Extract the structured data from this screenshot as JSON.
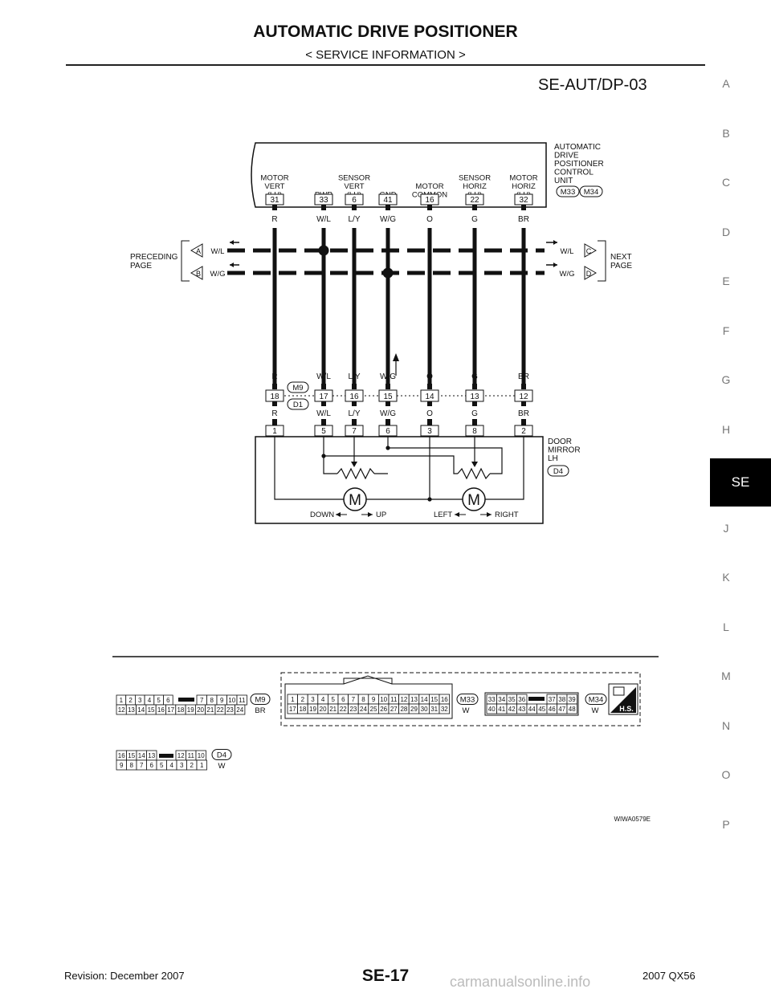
{
  "header": {
    "title": "AUTOMATIC DRIVE POSITIONER",
    "subtitle": "< SERVICE INFORMATION >",
    "diagram_code": "SE-AUT/DP-03"
  },
  "side_tabs": [
    "A",
    "B",
    "C",
    "D",
    "E",
    "F",
    "G",
    "H",
    "SE",
    "J",
    "K",
    "L",
    "M",
    "N",
    "O",
    "P"
  ],
  "active_tab": "SE",
  "unit": {
    "name_lines": [
      "AUTOMATIC",
      "DRIVE",
      "POSITIONER",
      "CONTROL",
      "UNIT"
    ],
    "connectors": [
      "M33",
      "M34"
    ]
  },
  "unit_pins": [
    {
      "label": [
        "MOTOR",
        "VERT",
        "(LH)"
      ],
      "pin": "31",
      "color_top": "R"
    },
    {
      "label": [
        "PWR"
      ],
      "pin": "33",
      "color_top": "W/L"
    },
    {
      "label": [
        "SENSOR",
        "VERT",
        "(LH)"
      ],
      "pin": "6",
      "color_top": "L/Y"
    },
    {
      "label": [
        "GND"
      ],
      "pin": "41",
      "color_top": "W/G"
    },
    {
      "label": [
        "MOTOR",
        "COMMON"
      ],
      "pin": "16",
      "color_top": "O"
    },
    {
      "label": [
        "SENSOR",
        "HORIZ",
        "(LH)"
      ],
      "pin": "22",
      "color_top": "G"
    },
    {
      "label": [
        "MOTOR",
        "HORIZ",
        "(LH)"
      ],
      "pin": "32",
      "color_top": "BR"
    }
  ],
  "preceding": {
    "label_lines": [
      "PRECEDING",
      "PAGE"
    ],
    "rows": [
      {
        "letter": "A",
        "color": "W/L"
      },
      {
        "letter": "B",
        "color": "W/G"
      }
    ]
  },
  "next": {
    "label_lines": [
      "NEXT",
      "PAGE"
    ],
    "rows": [
      {
        "letter": "C",
        "color": "W/L"
      },
      {
        "letter": "D",
        "color": "W/G"
      }
    ]
  },
  "junction": {
    "connectors": [
      "M9",
      "D1"
    ],
    "upper_colors": [
      "R",
      "W/L",
      "L/Y",
      "W/G",
      "O",
      "G",
      "BR"
    ],
    "pins": [
      "18",
      "17",
      "16",
      "15",
      "14",
      "13",
      "12"
    ],
    "lower_colors": [
      "R",
      "W/L",
      "L/Y",
      "W/G",
      "O",
      "G",
      "BR"
    ]
  },
  "mirror": {
    "name_lines": [
      "DOOR",
      "MIRROR",
      "LH"
    ],
    "connector": "D4",
    "pins": [
      "1",
      "5",
      "7",
      "6",
      "3",
      "8",
      "2"
    ],
    "motor_symbol": "M",
    "down": "DOWN",
    "up": "UP",
    "left": "LEFT",
    "right": "RIGHT"
  },
  "connector_views": [
    {
      "id": "M9",
      "color": "BR",
      "top": [
        "1",
        "2",
        "3",
        "4",
        "5",
        "6",
        "7",
        "8",
        "9",
        "10",
        "11"
      ],
      "bottom": [
        "12",
        "13",
        "14",
        "15",
        "16",
        "17",
        "18",
        "19",
        "20",
        "21",
        "22",
        "23",
        "24"
      ]
    },
    {
      "id": "M33",
      "color": "W",
      "top": [
        "1",
        "2",
        "3",
        "4",
        "5",
        "6",
        "7",
        "8",
        "9",
        "10",
        "11",
        "12",
        "13",
        "14",
        "15",
        "16"
      ],
      "bottom": [
        "17",
        "18",
        "19",
        "20",
        "21",
        "22",
        "23",
        "24",
        "25",
        "26",
        "27",
        "28",
        "29",
        "30",
        "31",
        "32"
      ]
    },
    {
      "id": "M34",
      "color": "W",
      "top": [
        "33",
        "34",
        "35",
        "36",
        "37",
        "38",
        "39"
      ],
      "bottom": [
        "40",
        "41",
        "42",
        "43",
        "44",
        "45",
        "46",
        "47",
        "48"
      ]
    },
    {
      "id": "D4",
      "color": "W",
      "top": [
        "16",
        "15",
        "14",
        "13",
        "12",
        "11",
        "10"
      ],
      "bottom": [
        "9",
        "8",
        "7",
        "6",
        "5",
        "4",
        "3",
        "2",
        "1"
      ]
    }
  ],
  "hs_badge": "H.S.",
  "figure_id": "WIWA0579E",
  "footer": {
    "revision": "Revision: December 2007",
    "page": "SE-17",
    "model": "2007 QX56",
    "watermark": "carmanualsonline.info"
  }
}
